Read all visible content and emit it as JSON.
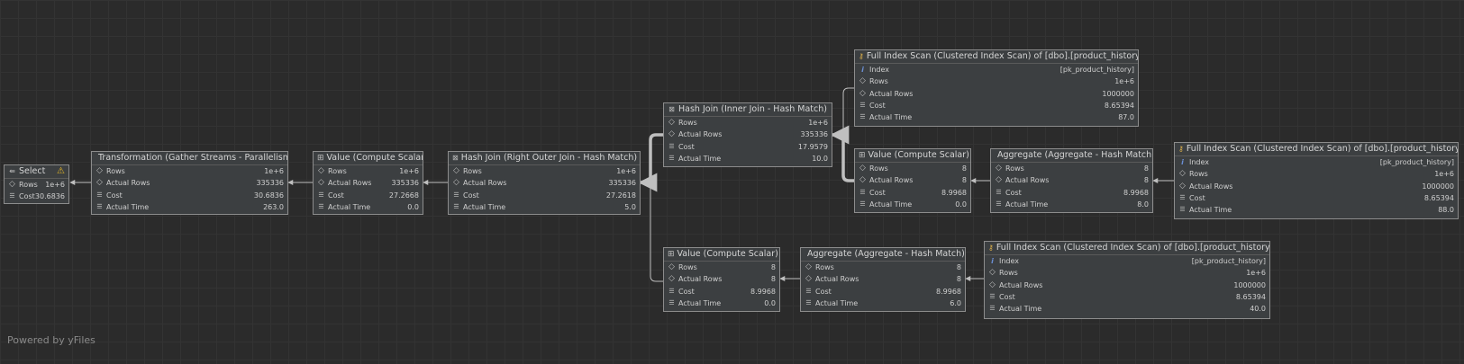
{
  "nodes": {
    "select": {
      "title": "Select",
      "rows": [
        {
          "label": "Rows",
          "value": "1e+6"
        },
        {
          "label": "Cost",
          "value": "30.6836"
        }
      ]
    },
    "gather": {
      "title": "Transformation (Gather Streams - Parallelism)",
      "rows": [
        {
          "label": "Rows",
          "value": "1e+6"
        },
        {
          "label": "Actual Rows",
          "value": "335336"
        },
        {
          "label": "Cost",
          "value": "30.6836"
        },
        {
          "label": "Actual Time",
          "value": "263.0"
        }
      ]
    },
    "scalar1": {
      "title": "Value (Compute Scalar)",
      "rows": [
        {
          "label": "Rows",
          "value": "1e+6"
        },
        {
          "label": "Actual Rows",
          "value": "335336"
        },
        {
          "label": "Cost",
          "value": "27.2668"
        },
        {
          "label": "Actual Time",
          "value": "0.0"
        }
      ]
    },
    "hashright": {
      "title": "Hash Join (Right Outer Join - Hash Match)",
      "rows": [
        {
          "label": "Rows",
          "value": "1e+6"
        },
        {
          "label": "Actual Rows",
          "value": "335336"
        },
        {
          "label": "Cost",
          "value": "27.2618"
        },
        {
          "label": "Actual Time",
          "value": "5.0"
        }
      ]
    },
    "hashinner": {
      "title": "Hash Join (Inner Join - Hash Match)",
      "rows": [
        {
          "label": "Rows",
          "value": "1e+6"
        },
        {
          "label": "Actual Rows",
          "value": "335336"
        },
        {
          "label": "Cost",
          "value": "17.9579"
        },
        {
          "label": "Actual Time",
          "value": "10.0"
        }
      ]
    },
    "scan1": {
      "title": "Full Index Scan (Clustered Index Scan) of [dbo].[product_history]",
      "rows": [
        {
          "label": "Index",
          "value": "[pk_product_history]"
        },
        {
          "label": "Rows",
          "value": "1e+6"
        },
        {
          "label": "Actual Rows",
          "value": "1000000"
        },
        {
          "label": "Cost",
          "value": "8.65394"
        },
        {
          "label": "Actual Time",
          "value": "87.0"
        }
      ]
    },
    "scalar2": {
      "title": "Value (Compute Scalar)",
      "rows": [
        {
          "label": "Rows",
          "value": "8"
        },
        {
          "label": "Actual Rows",
          "value": "8"
        },
        {
          "label": "Cost",
          "value": "8.9968"
        },
        {
          "label": "Actual Time",
          "value": "0.0"
        }
      ]
    },
    "agg1": {
      "title": "Aggregate (Aggregate - Hash Match)",
      "rows": [
        {
          "label": "Rows",
          "value": "8"
        },
        {
          "label": "Actual Rows",
          "value": "8"
        },
        {
          "label": "Cost",
          "value": "8.9968"
        },
        {
          "label": "Actual Time",
          "value": "8.0"
        }
      ]
    },
    "scan2": {
      "title": "Full Index Scan (Clustered Index Scan) of [dbo].[product_history]",
      "rows": [
        {
          "label": "Index",
          "value": "[pk_product_history]"
        },
        {
          "label": "Rows",
          "value": "1e+6"
        },
        {
          "label": "Actual Rows",
          "value": "1000000"
        },
        {
          "label": "Cost",
          "value": "8.65394"
        },
        {
          "label": "Actual Time",
          "value": "88.0"
        }
      ]
    },
    "scalar3": {
      "title": "Value (Compute Scalar)",
      "rows": [
        {
          "label": "Rows",
          "value": "8"
        },
        {
          "label": "Actual Rows",
          "value": "8"
        },
        {
          "label": "Cost",
          "value": "8.9968"
        },
        {
          "label": "Actual Time",
          "value": "0.0"
        }
      ]
    },
    "agg2": {
      "title": "Aggregate (Aggregate - Hash Match)",
      "rows": [
        {
          "label": "Rows",
          "value": "8"
        },
        {
          "label": "Actual Rows",
          "value": "8"
        },
        {
          "label": "Cost",
          "value": "8.9968"
        },
        {
          "label": "Actual Time",
          "value": "6.0"
        }
      ]
    },
    "scan3": {
      "title": "Full Index Scan (Clustered Index Scan) of [dbo].[product_history]",
      "rows": [
        {
          "label": "Index",
          "value": "[pk_product_history]"
        },
        {
          "label": "Rows",
          "value": "1e+6"
        },
        {
          "label": "Actual Rows",
          "value": "1000000"
        },
        {
          "label": "Cost",
          "value": "8.65394"
        },
        {
          "label": "Actual Time",
          "value": "40.0"
        }
      ]
    }
  },
  "icons": {
    "warning": "warning-icon",
    "index": "index-icon",
    "rows": "diamond-icon",
    "cost": "database-icon",
    "scan": "key-icon",
    "join": "join-icon",
    "scalar": "table-icon",
    "select": "select-arrow-icon"
  },
  "colors": {
    "background": "#2b2b2b",
    "node_fill": "#3c3f41",
    "node_border": "#8c8c8c",
    "edge": "#bfbfbf",
    "warning": "#e8b825",
    "index_icon": "#6b8fd4",
    "key_icon": "#e0b34a"
  },
  "footer": {
    "powered_by": "Powered by yFiles"
  }
}
